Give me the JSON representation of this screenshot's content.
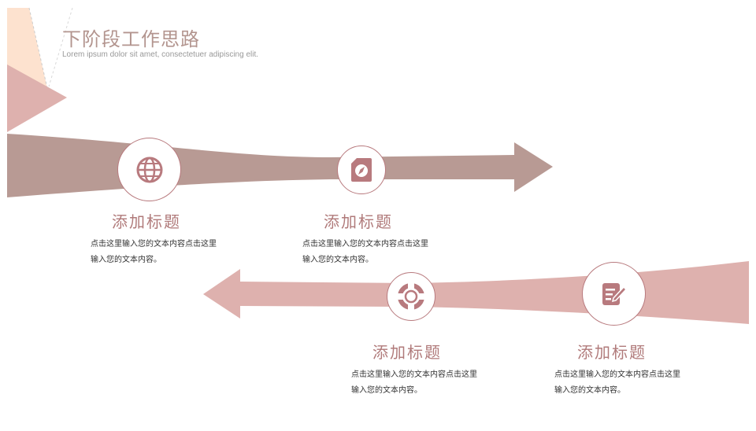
{
  "header": {
    "title": "下阶段工作思路",
    "subtitle": "Lorem ipsum dolor sit amet, consectetuer adipiscing elit."
  },
  "colors": {
    "upper_arrow": "#b89a94",
    "lower_arrow": "#deb1ae",
    "corner_peach": "#fde2cf",
    "corner_pink": "#deb1ae",
    "icon": "#b87a7e",
    "title_text": "#b07a7a"
  },
  "steps": [
    {
      "icon": "globe-icon",
      "title": "添加标题",
      "body": "点击这里输入您的文本内容点击这里输入您的文本内容。"
    },
    {
      "icon": "compass-icon",
      "title": "添加标题",
      "body": "点击这里输入您的文本内容点击这里输入您的文本内容。"
    },
    {
      "icon": "lifebuoy-icon",
      "title": "添加标题",
      "body": "点击这里输入您的文本内容点击这里输入您的文本内容。"
    },
    {
      "icon": "edit-note-icon",
      "title": "添加标题",
      "body": "点击这里输入您的文本内容点击这里输入您的文本内容。"
    }
  ]
}
